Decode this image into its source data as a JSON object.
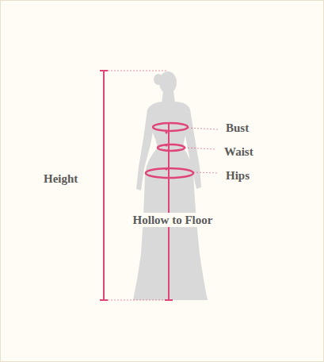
{
  "diagram": {
    "labels": [
      "Height",
      "Bust",
      "Waist",
      "Hips",
      "Hollow to Floor"
    ]
  }
}
